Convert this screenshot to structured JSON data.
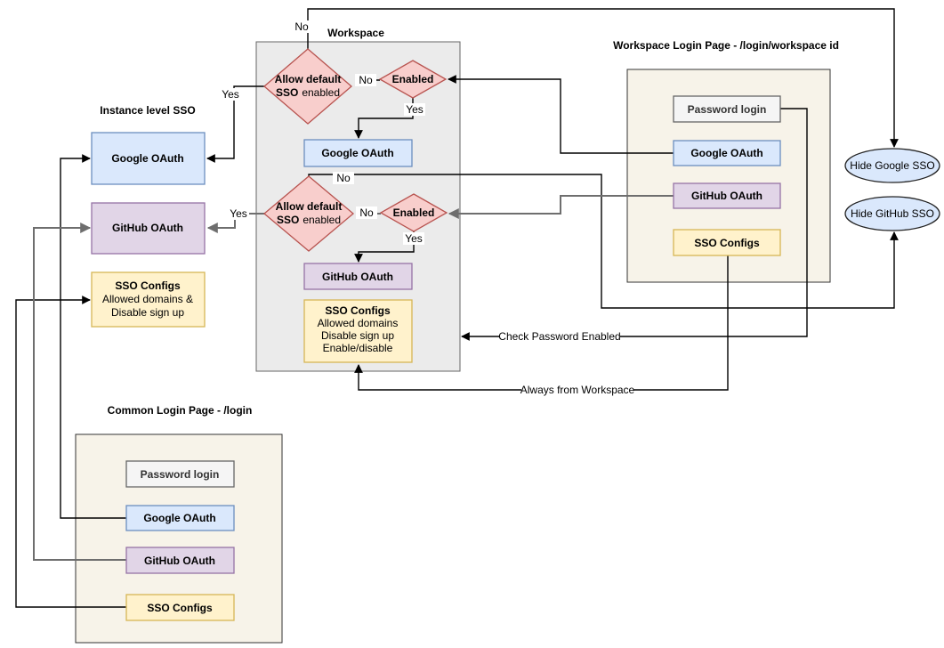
{
  "colors": {
    "blue_fill": "#DAE8FC",
    "blue_stroke": "#6C8EBF",
    "purple_fill": "#E1D5E7",
    "purple_stroke": "#9673A6",
    "yellow_fill": "#FFF2CC",
    "yellow_stroke": "#D6B656",
    "red_fill": "#F8CECC",
    "red_stroke": "#B85450",
    "gray_container_fill": "#EBEBEB",
    "beige_container_fill": "#F7F3E9",
    "edge_black": "#000000",
    "edge_gray": "#6e6e6e"
  },
  "workspace": {
    "title": "Workspace",
    "decision1": {
      "line1": "Allow default",
      "line2_bold": "SSO",
      "line2_rest": "enabled"
    },
    "enabled1": "Enabled",
    "google": "Google OAuth",
    "decision2": {
      "line1": "Allow default",
      "line2_bold": "SSO",
      "line2_rest": "enabled"
    },
    "enabled2": "Enabled",
    "github": "GitHub OAuth",
    "sso": {
      "title": "SSO Configs",
      "lines": [
        "Allowed domains",
        "Disable sign up",
        "Enable/disable"
      ]
    }
  },
  "instance": {
    "title": "Instance level SSO",
    "google": "Google OAuth",
    "github": "GitHub OAuth",
    "sso": {
      "title": "SSO Configs",
      "line1": "Allowed domains &",
      "line2": "Disable sign up"
    }
  },
  "workspace_login": {
    "title": "Workspace Login Page - /login/workspace id",
    "password": "Password login",
    "google": "Google OAuth",
    "github": "GitHub OAuth",
    "sso": "SSO Configs"
  },
  "common_login": {
    "title": "Common Login Page - /login",
    "password": "Password login",
    "google": "Google OAuth",
    "github": "GitHub OAuth",
    "sso": "SSO Configs"
  },
  "ellipses": {
    "hide_google": "Hide Google SSO",
    "hide_github": "Hide GitHub SSO"
  },
  "edge_labels": {
    "no_top": "No",
    "yes_to_instance_google": "Yes",
    "no_enabled1": "No",
    "yes_enabled1": "Yes",
    "no_to_hide_github": "No",
    "yes_to_instance_github": "Yes",
    "no_enabled2": "No",
    "yes_enabled2": "Yes",
    "check_password": "Check Password Enabled",
    "always_workspace": "Always from Workspace"
  }
}
